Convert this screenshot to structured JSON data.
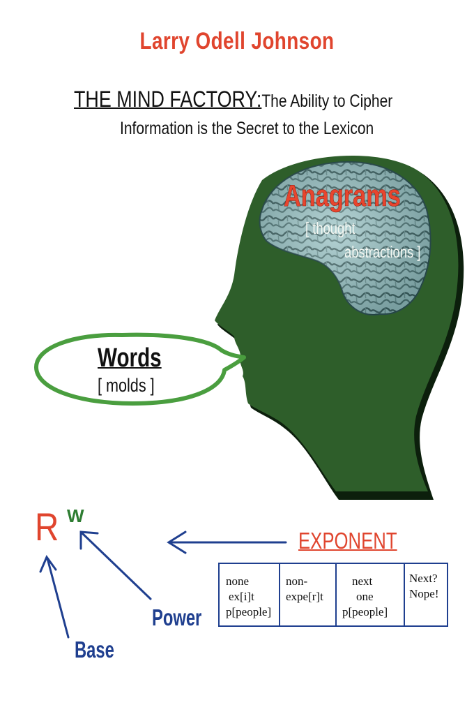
{
  "author": "Larry Odell Johnson",
  "title": {
    "main": "THE MIND FACTORY:",
    "line1_rest": "The Ability to Cipher",
    "line2": "Information is the Secret to the Lexicon"
  },
  "brain": {
    "heading": "Anagrams",
    "sub1": "[ thought",
    "sub2": "abstractions ]"
  },
  "bubble": {
    "word": "Words",
    "sub": "[ molds ]"
  },
  "formula": {
    "base_letter": "R",
    "exponent_letter": "W",
    "exponent_label": "EXPONENT",
    "power_label": "Power",
    "base_label": "Base"
  },
  "table": {
    "cells": [
      {
        "line1": "none",
        "line2": "ex[i]t",
        "line3": "p[people]"
      },
      {
        "line1": "non-",
        "line2": "expe[r]t",
        "line3": ""
      },
      {
        "line1": "next",
        "line2": "one",
        "line3": "p[people]"
      },
      {
        "line1": "Next?",
        "line2": "Nope!",
        "line3": ""
      }
    ]
  },
  "colors": {
    "title_red": "#e0452e",
    "head_green": "#2e5e2a",
    "bubble_green": "#4a9e3f",
    "arrow_blue": "#1f3f8f",
    "exponent_green": "#2e7d32"
  }
}
